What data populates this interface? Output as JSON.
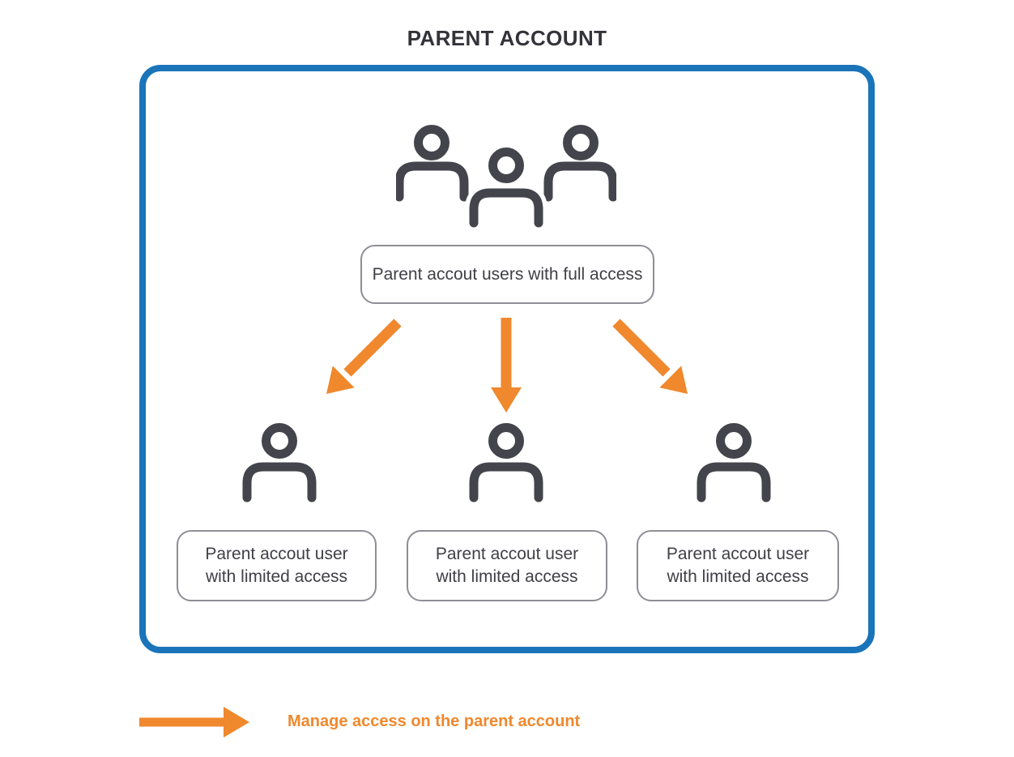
{
  "title": "PARENT ACCOUNT",
  "colors": {
    "accent_blue": "#1a74b9",
    "accent_orange": "#f0882d",
    "icon_dark": "#44444c",
    "pill_border_gray": "#8e8e96",
    "text_dark": "#3f3f46"
  },
  "parent_group": {
    "icon": "users-group-icon",
    "label": "Parent accout users with full access"
  },
  "child_users": [
    {
      "icon": "user-icon",
      "label_line1": "Parent accout user",
      "label_line2": "with limited access"
    },
    {
      "icon": "user-icon",
      "label_line1": "Parent accout user",
      "label_line2": "with limited access"
    },
    {
      "icon": "user-icon",
      "label_line1": "Parent accout user",
      "label_line2": "with limited access"
    }
  ],
  "legend": {
    "icon": "right-arrow-icon",
    "label": "Manage access on the parent account"
  }
}
